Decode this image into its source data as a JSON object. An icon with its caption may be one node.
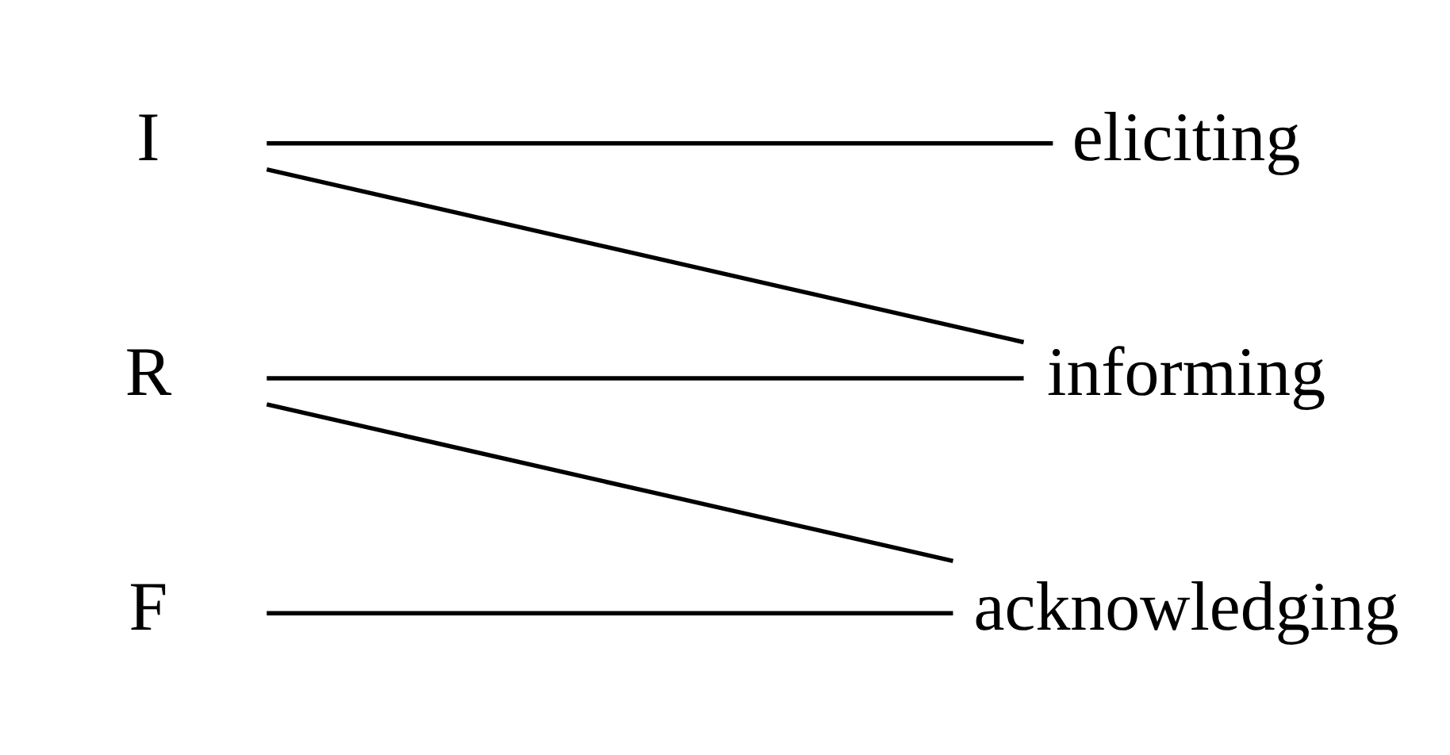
{
  "diagram": {
    "nodes": [
      {
        "text": [
          "eliciting"
        ]
      },
      {
        "text": [
          "I"
        ]
      },
      {
        "text": [
          "informing"
        ]
      },
      {
        "text": [
          "R"
        ]
      },
      {
        "text": [
          "acknowledging"
        ]
      },
      {
        "text": [
          "F"
        ]
      }
    ],
    "edges": [
      {
        "from": 1,
        "to": 0,
        "arrow": "none"
      },
      {
        "from": 1,
        "to": 2,
        "arrow": "none"
      },
      {
        "from": 3,
        "to": 2,
        "arrow": "none"
      },
      {
        "from": 3,
        "to": 4,
        "arrow": "none"
      },
      {
        "from": 5,
        "to": 4,
        "arrow": "none"
      }
    ]
  }
}
